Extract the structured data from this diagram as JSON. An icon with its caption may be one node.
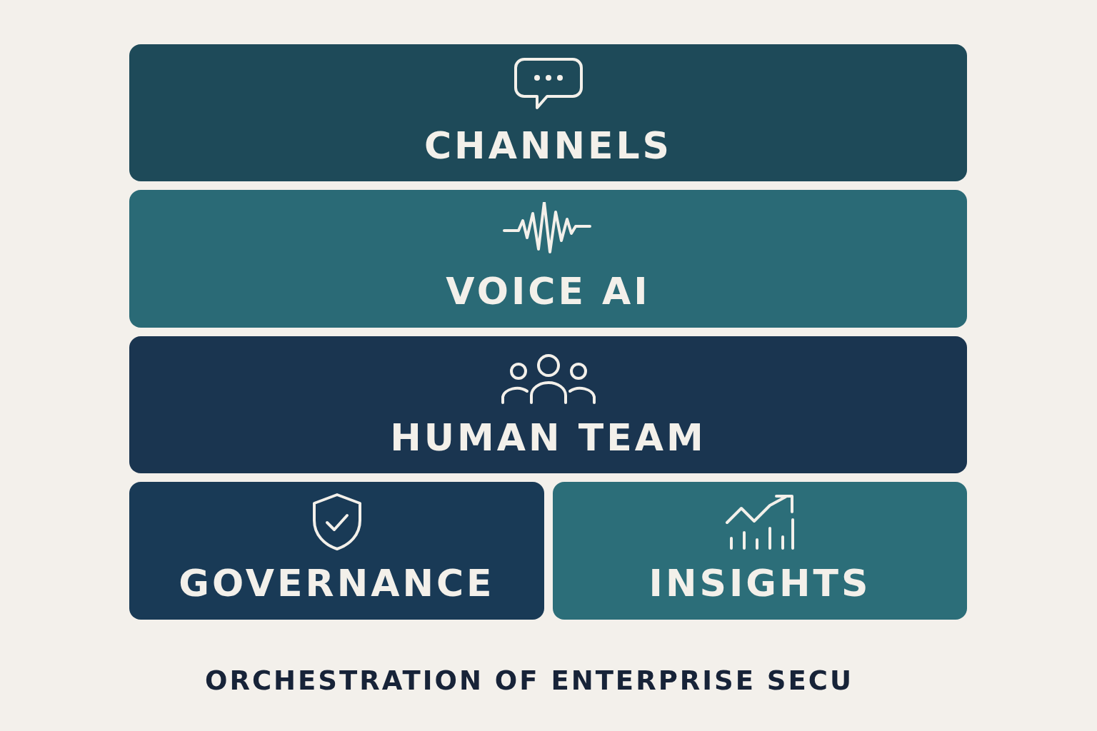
{
  "diagram": {
    "caption": "ORCHESTRATION OF ENTERPRISE SECU",
    "nodes": [
      {
        "text": [
          "CHANNELS"
        ]
      },
      {
        "text": [
          "VOICE AI"
        ]
      },
      {
        "text": [
          "HUMAN TEAM"
        ]
      },
      {
        "text": [
          "GOVERNANCE"
        ]
      },
      {
        "text": [
          "INSIGHTS"
        ]
      }
    ],
    "edges": []
  }
}
